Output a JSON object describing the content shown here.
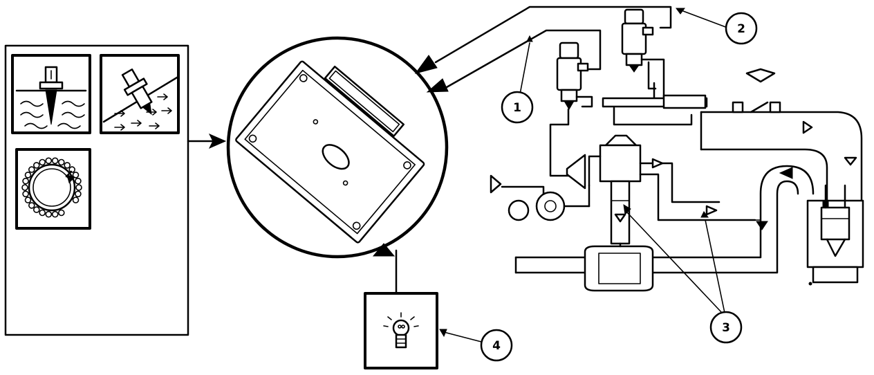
{
  "callouts": [
    {
      "id": "1",
      "label": "1"
    },
    {
      "id": "2",
      "label": "2"
    },
    {
      "id": "3",
      "label": "3"
    },
    {
      "id": "4",
      "label": "4"
    }
  ],
  "components": [
    {
      "name": "coolant-temperature-sensor-icon"
    },
    {
      "name": "air-temperature-sensor-icon"
    },
    {
      "name": "crankshaft-position-sensor-icon"
    },
    {
      "name": "engine-control-module-icon"
    },
    {
      "name": "indicator-lamp-icon"
    },
    {
      "name": "fuel-injector-1-icon"
    },
    {
      "name": "fuel-injector-2-icon"
    },
    {
      "name": "egr-valve-icon"
    },
    {
      "name": "catalytic-converter-icon"
    },
    {
      "name": "intake-manifold-icon"
    },
    {
      "name": "exhaust-manifold-icon"
    },
    {
      "name": "engine-cylinder-icon"
    }
  ]
}
